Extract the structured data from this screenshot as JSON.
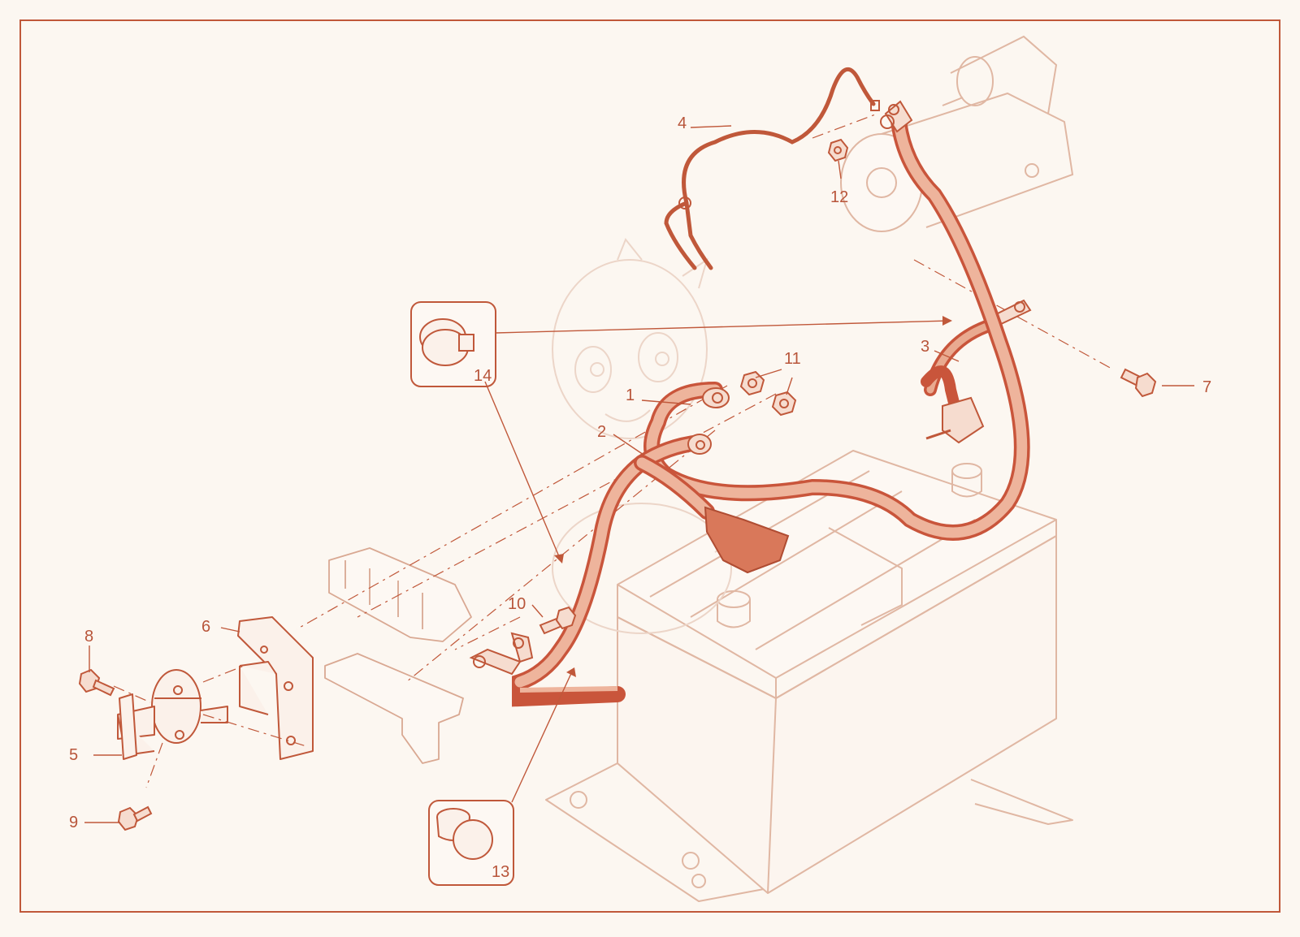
{
  "diagram": {
    "colors": {
      "background": "#fcf7f1",
      "line_faded": "#e0b7a3",
      "line_medium": "#cf8a6c",
      "accent": "#c0583a",
      "cable_fill": "#e9aa90",
      "cable_dark": "#c9553b"
    },
    "callouts": {
      "c1": "1",
      "c2": "2",
      "c3": "3",
      "c4": "4",
      "c5": "5",
      "c6": "6",
      "c7": "7",
      "c8": "8",
      "c9": "9",
      "c10": "10",
      "c11": "11",
      "c12": "12",
      "c13": "13",
      "c14": "14"
    },
    "parts": [
      {
        "id": "1",
        "icon": "positive-battery-cable-icon"
      },
      {
        "id": "2",
        "icon": "cable-icon"
      },
      {
        "id": "3",
        "icon": "negative-ground-cable-icon"
      },
      {
        "id": "4",
        "icon": "starter-wire-icon"
      },
      {
        "id": "5",
        "icon": "isolator-switch-icon"
      },
      {
        "id": "6",
        "icon": "mounting-bracket-icon"
      },
      {
        "id": "7",
        "icon": "bolt-icon"
      },
      {
        "id": "8",
        "icon": "bolt-icon"
      },
      {
        "id": "9",
        "icon": "bolt-icon"
      },
      {
        "id": "10",
        "icon": "bolt-icon"
      },
      {
        "id": "11",
        "icon": "nut-icon"
      },
      {
        "id": "12",
        "icon": "nut-icon"
      },
      {
        "id": "13",
        "icon": "grommet-icon"
      },
      {
        "id": "14",
        "icon": "cable-clamp-icon"
      }
    ]
  }
}
